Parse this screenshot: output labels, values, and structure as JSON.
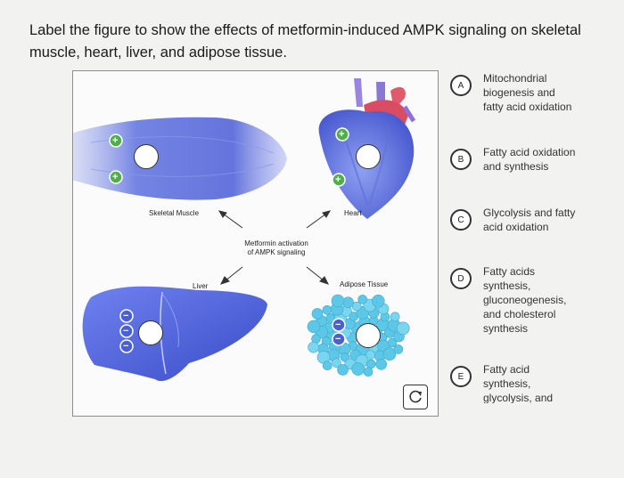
{
  "question": "Label the figure to show the effects of metformin-induced AMPK signaling on skeletal muscle, heart, liver, and adipose tissue.",
  "labels": {
    "skeletal_muscle": "Skeletal Muscle",
    "heart": "Heart",
    "liver": "Liver",
    "adipose": "Adipose Tissue",
    "center_line1": "Metformin activation",
    "center_line2": "of AMPK signaling"
  },
  "signs": {
    "plus": "+",
    "minus": "−"
  },
  "options": [
    {
      "letter": "A",
      "text": "Mitochondrial biogenesis and fatty acid oxidation"
    },
    {
      "letter": "B",
      "text": "Fatty acid oxidation and synthesis"
    },
    {
      "letter": "C",
      "text": "Glycolysis and fatty acid oxidation"
    },
    {
      "letter": "D",
      "text": "Fatty acids synthesis, gluconeogenesis, and cholesterol synthesis"
    },
    {
      "letter": "E",
      "text": "Fatty acid synthesis, glycolysis, and cholesterol"
    }
  ],
  "colors": {
    "plus_badge": "#4fb04a",
    "minus_badge": "#4a5fd6",
    "muscle": "#6f7fe0",
    "liver": "#5566dd",
    "adipose": "#5cc7e6"
  }
}
